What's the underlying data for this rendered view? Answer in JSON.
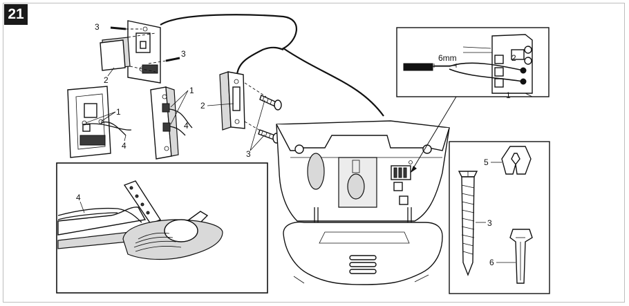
{
  "figure": {
    "number": "21"
  },
  "labels": {
    "screw_top": "3",
    "screw_right": "3",
    "cover": "2",
    "wire_terminal_left": "1",
    "wire_left": "4",
    "terminal_mid": "1",
    "wire_mid": "4",
    "button_unit": "2",
    "screws_bottom": "3",
    "wire_rail": "4",
    "detail_strip": "6mm",
    "detail_terminal": "2",
    "detail_ground": "1",
    "clip": "5",
    "screw_detail": "3",
    "plug": "6"
  },
  "icons": [
    "wall-button-assembly",
    "mounting-screw",
    "wire-clip",
    "wall-plug",
    "garage-opener-unit",
    "terminal-block"
  ]
}
